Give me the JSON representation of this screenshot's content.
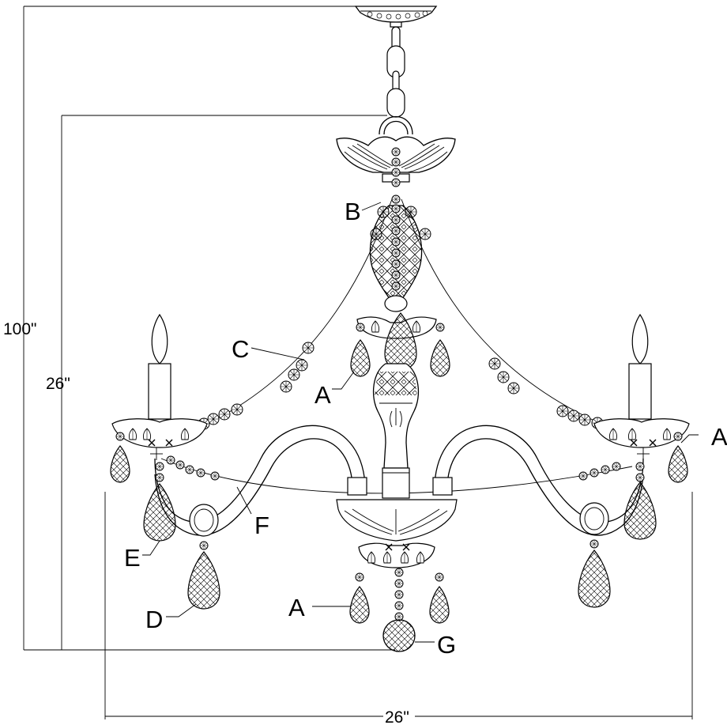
{
  "dimensions": {
    "overall_height": "100\"",
    "body_height": "26\"",
    "width": "26\""
  },
  "callouts": {
    "a_upper_left": "A",
    "a_right": "A",
    "a_lower": "A",
    "b": "B",
    "c": "C",
    "d": "D",
    "e": "E",
    "f": "F",
    "g": "G"
  }
}
